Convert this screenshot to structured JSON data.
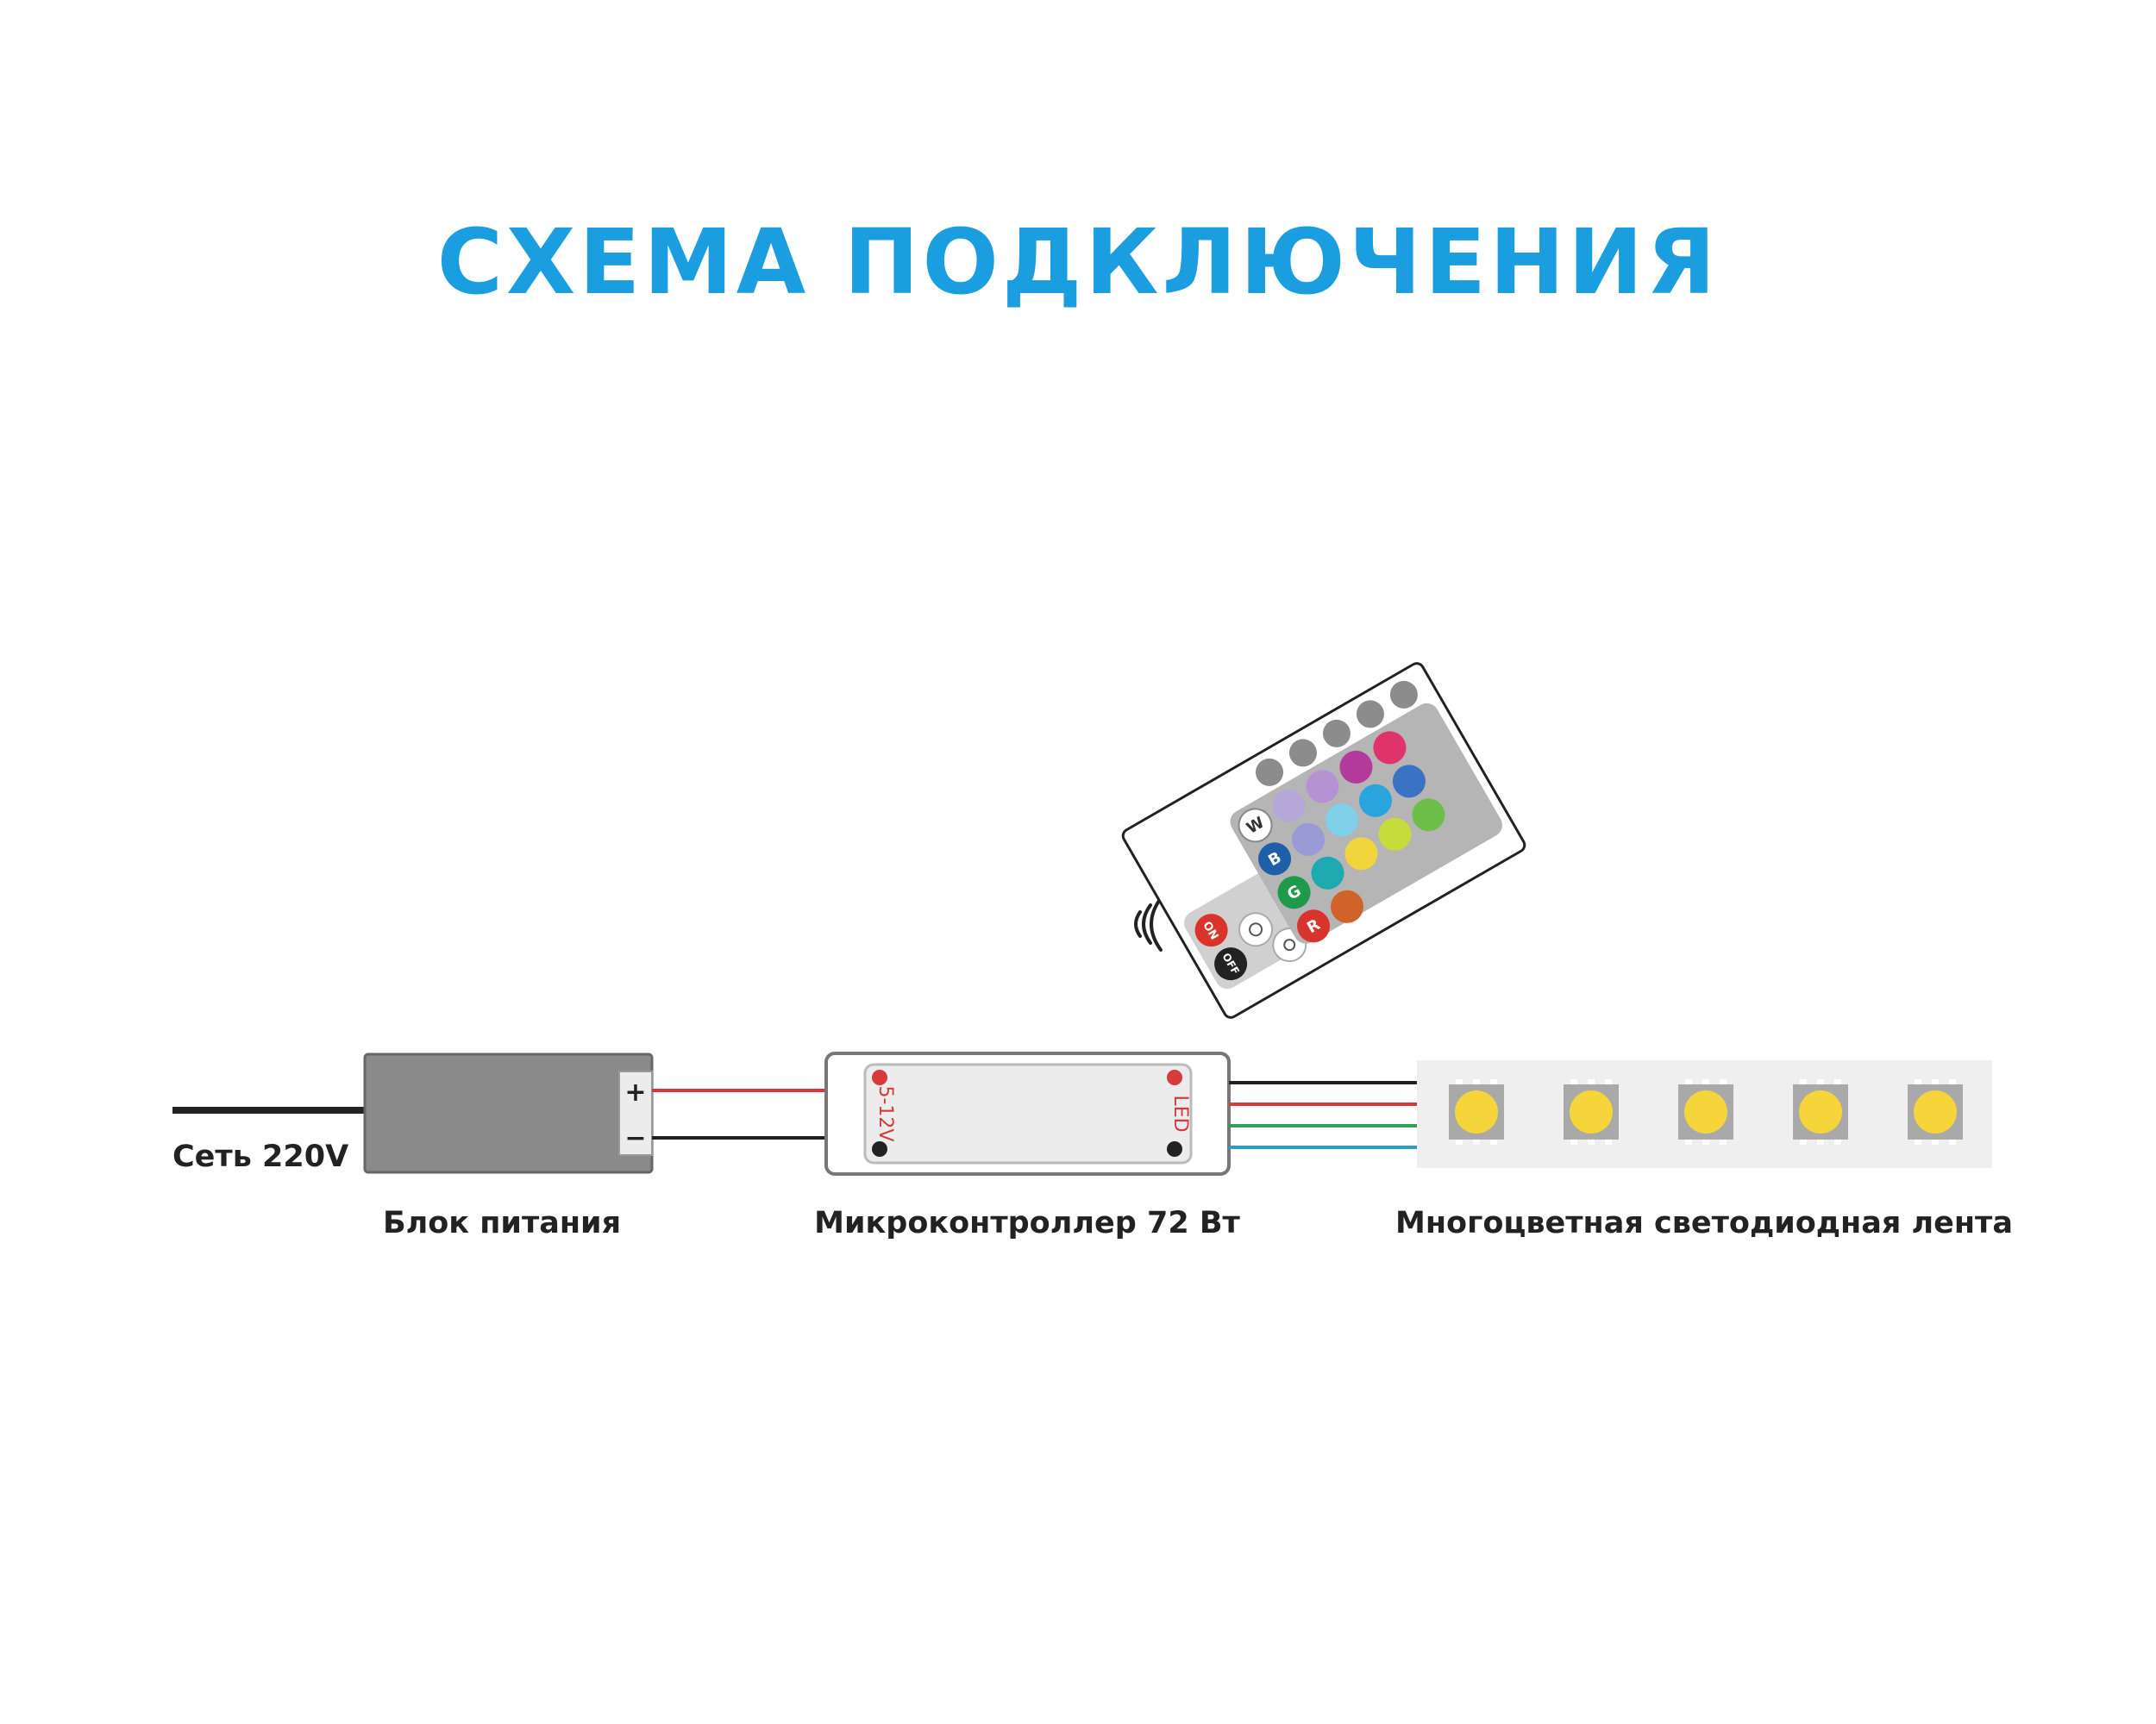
{
  "title": "СХЕМА ПОДКЛЮЧЕНИЯ",
  "labels": {
    "mains": "Сеть 220V",
    "psu": "Блок питания",
    "controller": "Микроконтроллер 72 Вт",
    "strip": "Многоцветная светодиодная лента"
  },
  "psu_terminals": {
    "plus": "+",
    "minus": "−"
  },
  "controller": {
    "input_label": "5-12V",
    "output_label": "LED"
  },
  "remote": {
    "buttons": {
      "on": "ON",
      "off": "OFF",
      "white": "W",
      "blue": "B",
      "green": "G",
      "red": "R"
    }
  },
  "colors": {
    "title": "#1a9ee0",
    "wire_red": "#d63a3a",
    "wire_black": "#222222",
    "wire_green": "#2ea05a",
    "wire_blue": "#2a9bd6",
    "psu_body": "#8a8a8a",
    "strip_body": "#efefef",
    "led_yellow": "#f6d53a"
  }
}
